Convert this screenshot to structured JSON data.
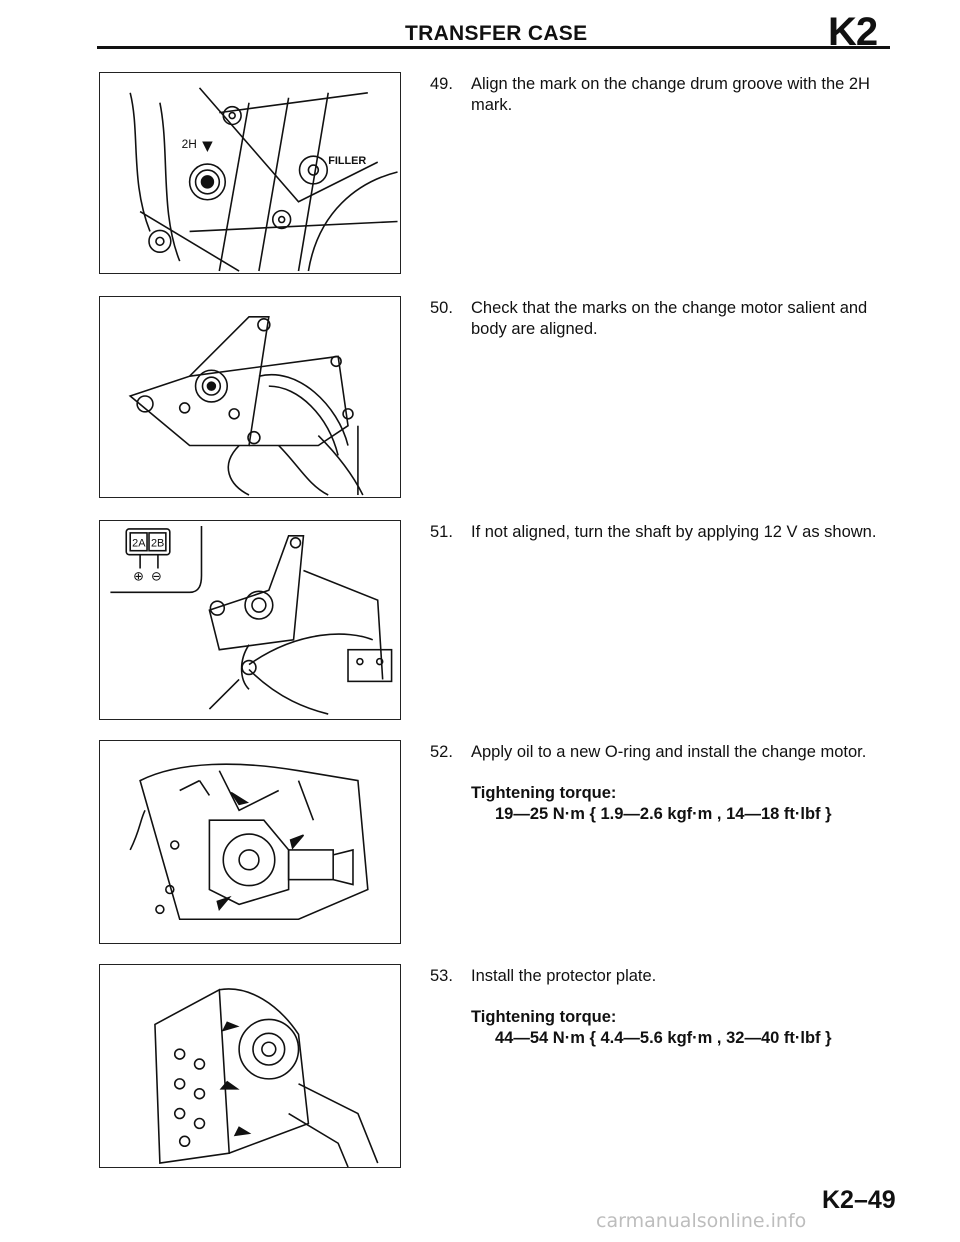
{
  "header": {
    "title": "TRANSFER CASE",
    "code": "K2"
  },
  "figures": {
    "fig1": {
      "label_2h": "2H",
      "label_filler": "FILLER"
    },
    "fig3": {
      "label_2a": "2A",
      "label_2b": "2B",
      "label_plus": "⊕",
      "label_minus": "⊖"
    }
  },
  "steps": [
    {
      "number": "49.",
      "text": "Align the mark on the change drum groove with the 2H mark."
    },
    {
      "number": "50.",
      "text": "Check that the marks on the change motor salient and body are aligned."
    },
    {
      "number": "51.",
      "text": "If not aligned, turn the shaft by applying 12 V as shown."
    },
    {
      "number": "52.",
      "text": "Apply oil to a new O-ring and install the change motor.",
      "torque_label": "Tightening torque:",
      "torque_value": "19—25 N·m { 1.9—2.6 kgf·m , 14—18 ft·lbf }"
    },
    {
      "number": "53.",
      "text": "Install the protector plate.",
      "torque_label": "Tightening torque:",
      "torque_value": "44—54 N·m { 4.4—5.6 kgf·m , 32—40 ft·lbf }"
    }
  ],
  "page_number": "K2–49",
  "footer": "carmanualsonline.info"
}
